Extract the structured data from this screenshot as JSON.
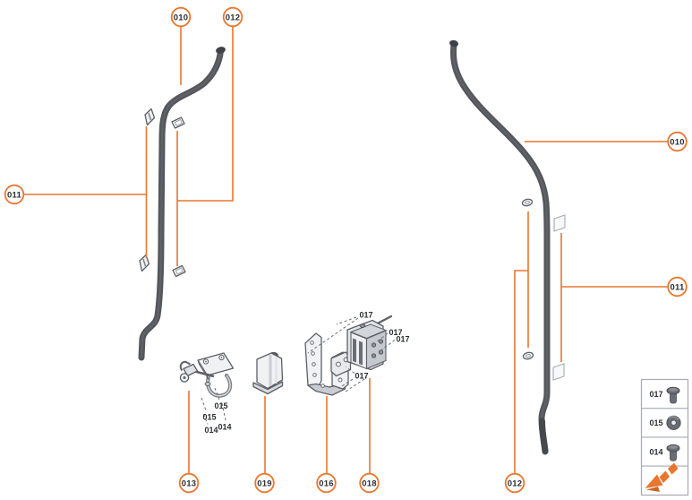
{
  "diagram_type": "exploded-parts-diagram",
  "colors": {
    "accent_orange": "#E8762E",
    "tube_gray": "#54575C",
    "part_outline": "#5C6066",
    "part_fill_light": "#F0F2F4",
    "part_fill_mid": "#C9CDD3",
    "hardware_dark": "#6A6E74",
    "label_text": "#2B2E33",
    "legend_border": "#A7ABB0",
    "background": "#FFFFFF"
  },
  "callouts": {
    "left_tube": "010",
    "left_clips_011": "011",
    "left_clips_012": "012",
    "check_strap": "013",
    "buffer": "019",
    "bracket": "016",
    "lock": "018",
    "right_tube": "010",
    "right_clips_011": "011",
    "right_clips_012": "012"
  },
  "fastener_labels": {
    "f015_a": "015",
    "f015_b": "015",
    "f014_a": "014",
    "f014_b": "014",
    "f017_top": "017",
    "f017_right1": "017",
    "f017_right2": "017",
    "f017_mid": "017"
  },
  "legend": {
    "rows": [
      {
        "label": "017",
        "icon": "screw-icon"
      },
      {
        "label": "015",
        "icon": "washer-icon"
      },
      {
        "label": "014",
        "icon": "screw-icon"
      },
      {
        "label": "",
        "icon": "direction-arrow-icon"
      }
    ]
  }
}
